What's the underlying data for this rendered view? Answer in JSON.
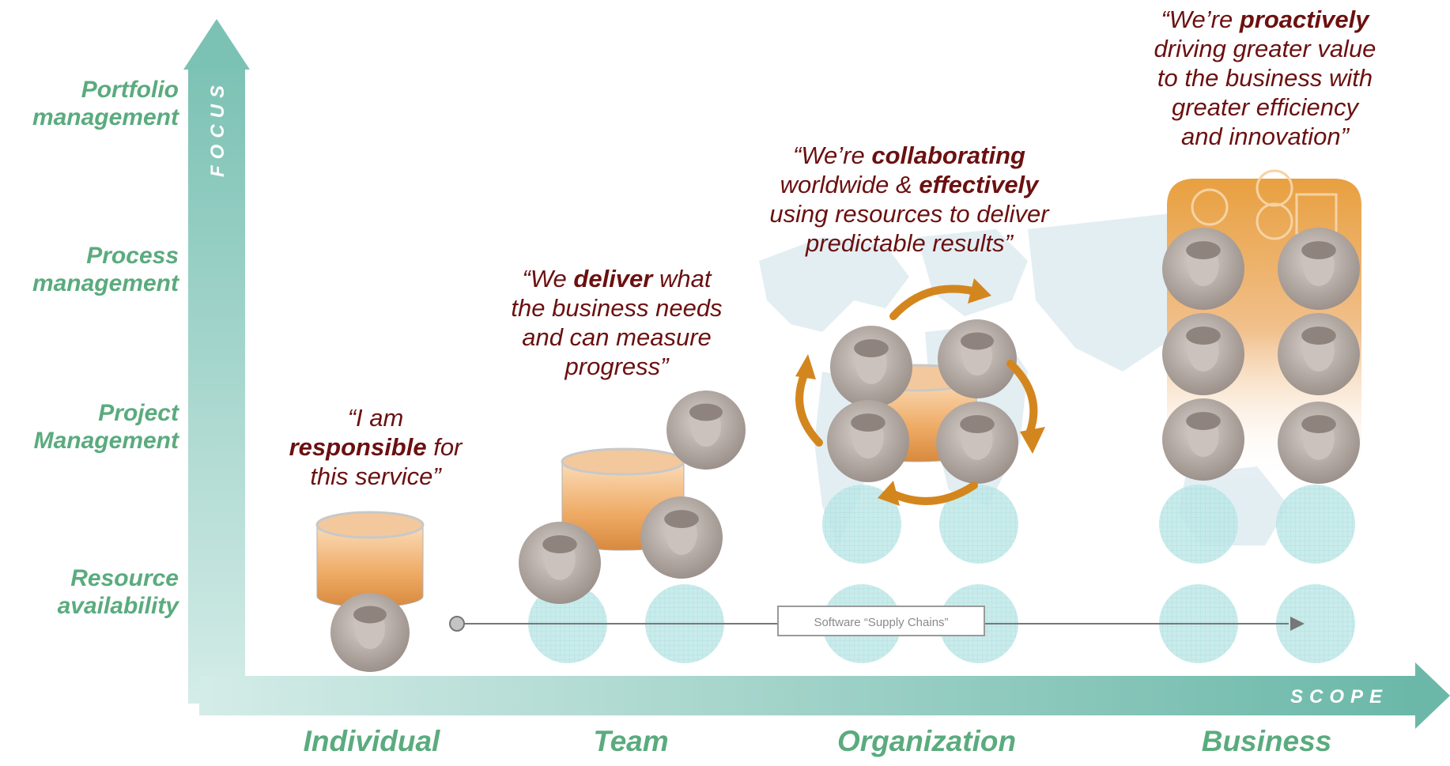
{
  "axes": {
    "y_title": "FOCUS",
    "x_title": "SCOPE",
    "y_levels": [
      {
        "line1": "Portfolio",
        "line2": "management"
      },
      {
        "line1": "Process",
        "line2": "management"
      },
      {
        "line1": "Project",
        "line2": "Management"
      },
      {
        "line1": "Resource",
        "line2": "availability"
      }
    ],
    "x_levels": [
      "Individual",
      "Team",
      "Organization",
      "Business"
    ]
  },
  "quotes": {
    "individual": [
      "“I am",
      "responsible",
      " for",
      "this service”"
    ],
    "team": [
      "“We ",
      "deliver",
      " what",
      "the business needs",
      "and can measure",
      "progress”"
    ],
    "organization": [
      "“We’re ",
      "collaborating",
      "worldwide & ",
      "effectively",
      "using resources to deliver",
      "predictable results”"
    ],
    "business": [
      "“We’re ",
      "proactively",
      "driving greater value",
      "to the business with",
      "greater efficiency",
      "and innovation”"
    ]
  },
  "supply_chain_label": "Software  “Supply Chains”",
  "colors": {
    "axis": "#7fc3b6",
    "axis_label": "#5aab7e",
    "quote": "#6b1010",
    "cylinder": "#e09a52",
    "arrow": "#d4861e",
    "person_disc": "#b8aea8",
    "resource_disc": "#b9e6e6",
    "world_map": "#dceaf0"
  }
}
